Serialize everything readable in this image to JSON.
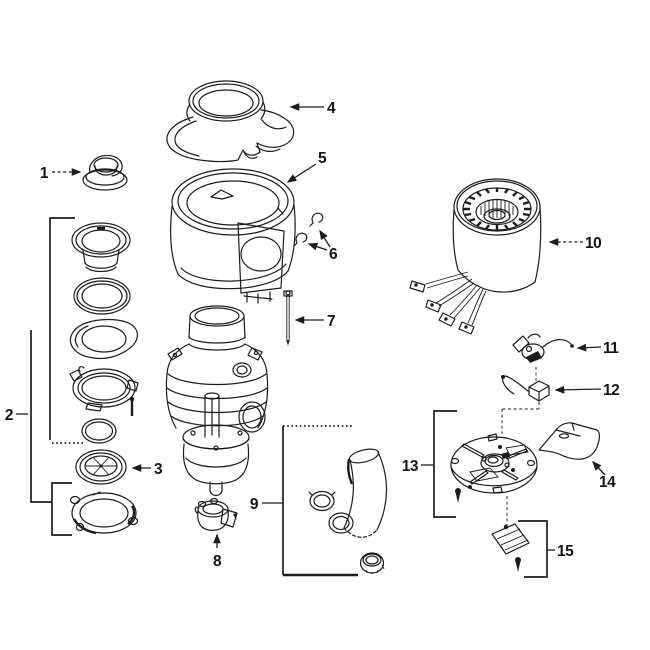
{
  "page": {
    "background": "#ffffff",
    "line_color": "#1c1c1c"
  },
  "callouts": {
    "c1": "1",
    "c2": "2",
    "c3": "3",
    "c4": "4",
    "c5": "5",
    "c6": "6",
    "c7": "7",
    "c8": "8",
    "c9": "9",
    "c10": "10",
    "c11": "11",
    "c12": "12",
    "c13": "13",
    "c14": "14",
    "c15": "15"
  }
}
